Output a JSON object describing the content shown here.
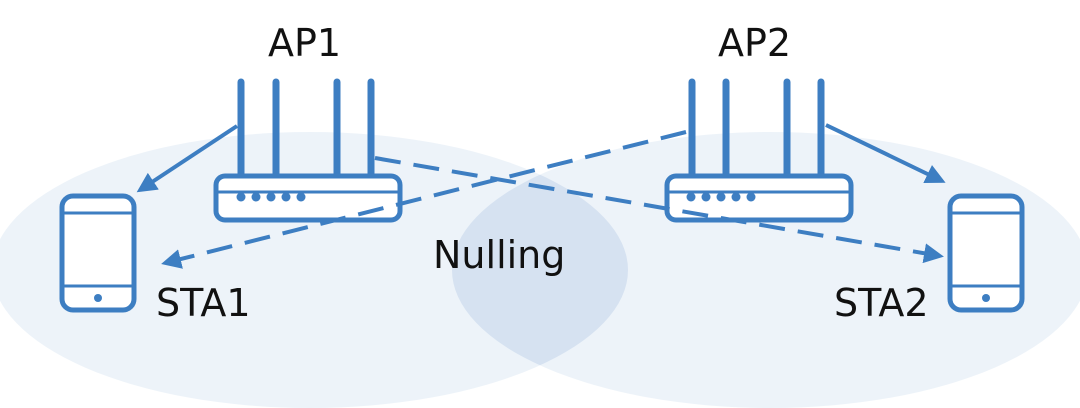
{
  "labels": {
    "ap1": "AP1",
    "ap2": "AP2",
    "sta1": "STA1",
    "sta2": "STA2",
    "nulling": "Nulling"
  },
  "colors": {
    "device": "#3d7ec2",
    "coverage": "#dbe7f4",
    "overlap": "#c8d8ec",
    "text": "#111111"
  }
}
